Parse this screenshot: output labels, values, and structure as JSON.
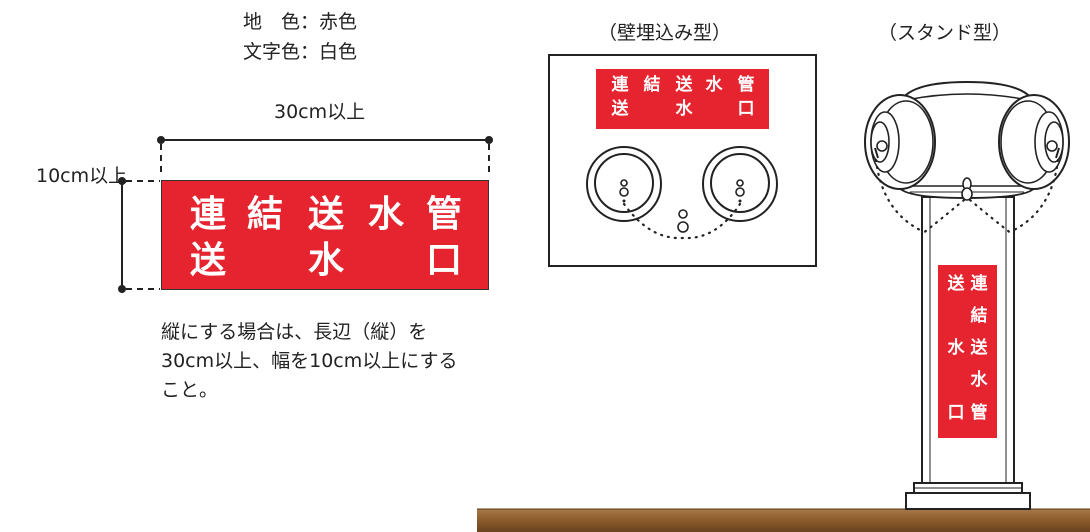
{
  "spec": {
    "ground_color_line": "地　色：赤色",
    "text_color_line": "文字色：白色"
  },
  "dims": {
    "width_label": "30cm以上",
    "height_label": "10cm以上"
  },
  "note": {
    "line1": "縦にする場合は、長辺（縦）を",
    "line2": "30cm以上、幅を10cm以上にする",
    "line3": "こと。"
  },
  "wall_type": {
    "label": "（壁埋込み型）"
  },
  "stand_type": {
    "label": "（スタンド型）"
  },
  "sign": {
    "row1": [
      "連",
      "結",
      "送",
      "水",
      "管"
    ],
    "row2": [
      "送",
      "水",
      "口"
    ],
    "vertical_col1": [
      "連",
      "結",
      "送",
      "水",
      "管"
    ],
    "vertical_col2": [
      "送",
      "水",
      "口"
    ]
  },
  "colors": {
    "sign_red": "#e5242f",
    "sign_text": "#ffffff",
    "ground_brown": "#8a5a2b",
    "line": "#222222"
  }
}
